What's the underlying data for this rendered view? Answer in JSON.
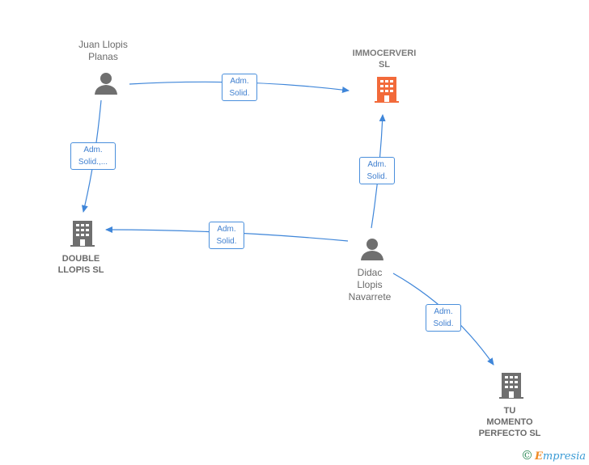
{
  "nodes": {
    "juan": {
      "type": "person",
      "line1": "Juan Llopis",
      "line2": "Planas"
    },
    "immocerveri": {
      "type": "company",
      "line1": "IMMOCERVERI",
      "line2": "SL"
    },
    "double": {
      "type": "company",
      "line1": "DOUBLE",
      "line2": "LLOPIS  SL"
    },
    "didac": {
      "type": "person",
      "line1": "Didac",
      "line2": "Llopis",
      "line3": "Navarrete"
    },
    "tumomento": {
      "type": "company",
      "line1": "TU",
      "line2": "MOMENTO",
      "line3": "PERFECTO  SL"
    }
  },
  "edges": [
    {
      "from": "juan",
      "to": "immocerveri",
      "line1": "Adm.",
      "line2": "Solid."
    },
    {
      "from": "juan",
      "to": "double",
      "line1": "Adm.",
      "line2": "Solid.,..."
    },
    {
      "from": "didac",
      "to": "immocerveri",
      "line1": "Adm.",
      "line2": "Solid."
    },
    {
      "from": "didac",
      "to": "double",
      "line1": "Adm.",
      "line2": "Solid."
    },
    {
      "from": "didac",
      "to": "tumomento",
      "line1": "Adm.",
      "line2": "Solid."
    }
  ],
  "colors": {
    "edge": "#3f86d9",
    "focus_company": "#f26a3a",
    "company": "#6f6f6f",
    "person": "#6f6f6f"
  },
  "brand": {
    "copyright": "©",
    "e": "E",
    "rest": "mpresia"
  }
}
